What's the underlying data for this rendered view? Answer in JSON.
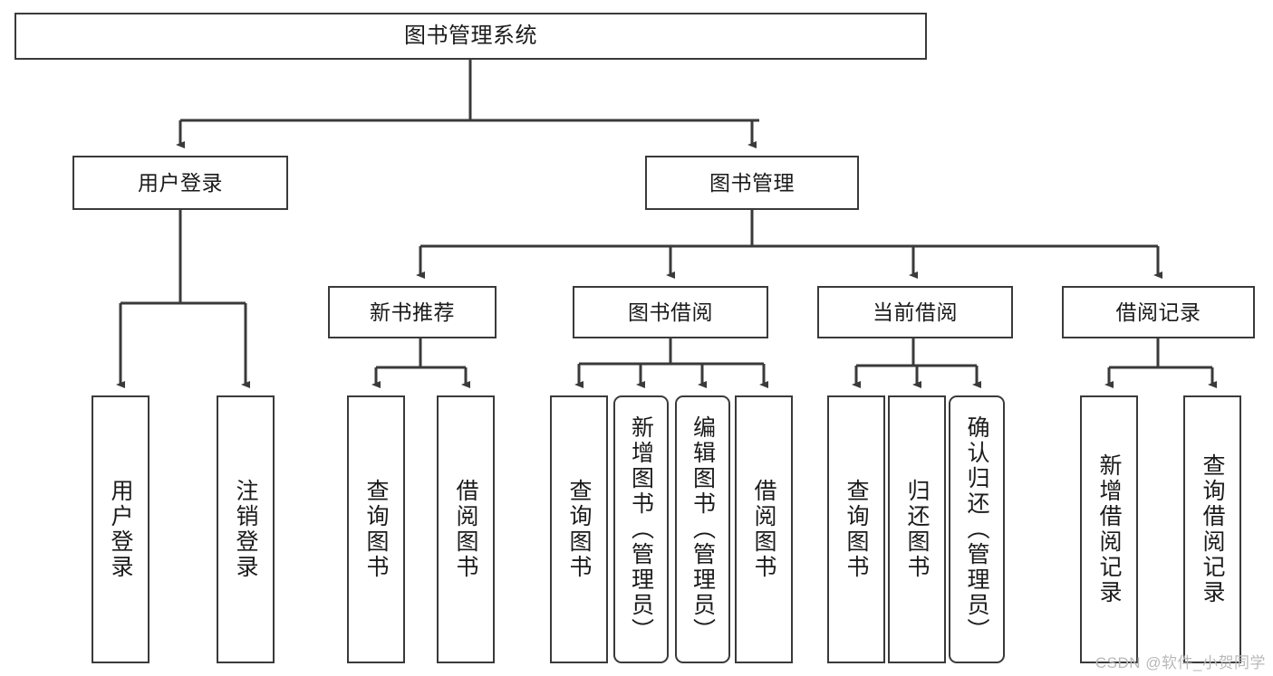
{
  "diagram": {
    "title": "图书管理系统",
    "type": "tree-hierarchy",
    "root": {
      "id": "root",
      "label": "图书管理系统",
      "shape": "rect"
    },
    "level1": [
      {
        "id": "user-login",
        "label": "用户登录",
        "shape": "rect"
      },
      {
        "id": "book-mgmt",
        "label": "图书管理",
        "shape": "rect"
      }
    ],
    "level2": [
      {
        "id": "new-book-rec",
        "label": "新书推荐",
        "shape": "rect",
        "parent": "book-mgmt"
      },
      {
        "id": "book-borrow",
        "label": "图书借阅",
        "shape": "rect",
        "parent": "book-mgmt"
      },
      {
        "id": "current-borrow",
        "label": "当前借阅",
        "shape": "rect",
        "parent": "book-mgmt"
      },
      {
        "id": "borrow-record",
        "label": "借阅记录",
        "shape": "rect",
        "parent": "book-mgmt"
      }
    ],
    "leaves": [
      {
        "id": "leaf-user-login",
        "label": "用户登录",
        "shape": "rect",
        "parent": "user-login"
      },
      {
        "id": "leaf-user-logout",
        "label": "注销登录",
        "shape": "rect",
        "parent": "user-login"
      },
      {
        "id": "leaf-query-book-1",
        "label": "查询图书",
        "shape": "rect",
        "parent": "new-book-rec"
      },
      {
        "id": "leaf-borrow-book-1",
        "label": "借阅图书",
        "shape": "rect",
        "parent": "new-book-rec"
      },
      {
        "id": "leaf-query-book-2",
        "label": "查询图书",
        "shape": "rect",
        "parent": "book-borrow"
      },
      {
        "id": "leaf-add-book",
        "label": "新增图书（管理员）",
        "shape": "rounded-rect",
        "parent": "book-borrow"
      },
      {
        "id": "leaf-edit-book",
        "label": "编辑图书（管理员）",
        "shape": "rounded-rect",
        "parent": "book-borrow"
      },
      {
        "id": "leaf-borrow-book-2",
        "label": "借阅图书",
        "shape": "rect",
        "parent": "book-borrow"
      },
      {
        "id": "leaf-query-book-3",
        "label": "查询图书",
        "shape": "rect",
        "parent": "current-borrow"
      },
      {
        "id": "leaf-return-book",
        "label": "归还图书",
        "shape": "rect",
        "parent": "current-borrow"
      },
      {
        "id": "leaf-confirm-return",
        "label": "确认归还（管理员）",
        "shape": "rounded-rect",
        "parent": "current-borrow"
      },
      {
        "id": "leaf-add-record",
        "label": "新增借阅记录",
        "shape": "rect",
        "parent": "borrow-record"
      },
      {
        "id": "leaf-query-record",
        "label": "查询借阅记录",
        "shape": "rect",
        "parent": "borrow-record"
      }
    ],
    "watermark": "CSDN @软件_小贺同学",
    "colors": {
      "border": "#3a3a3a",
      "text": "#1b1b1b",
      "background": "#ffffff",
      "watermark": "#b9b9b9"
    }
  }
}
